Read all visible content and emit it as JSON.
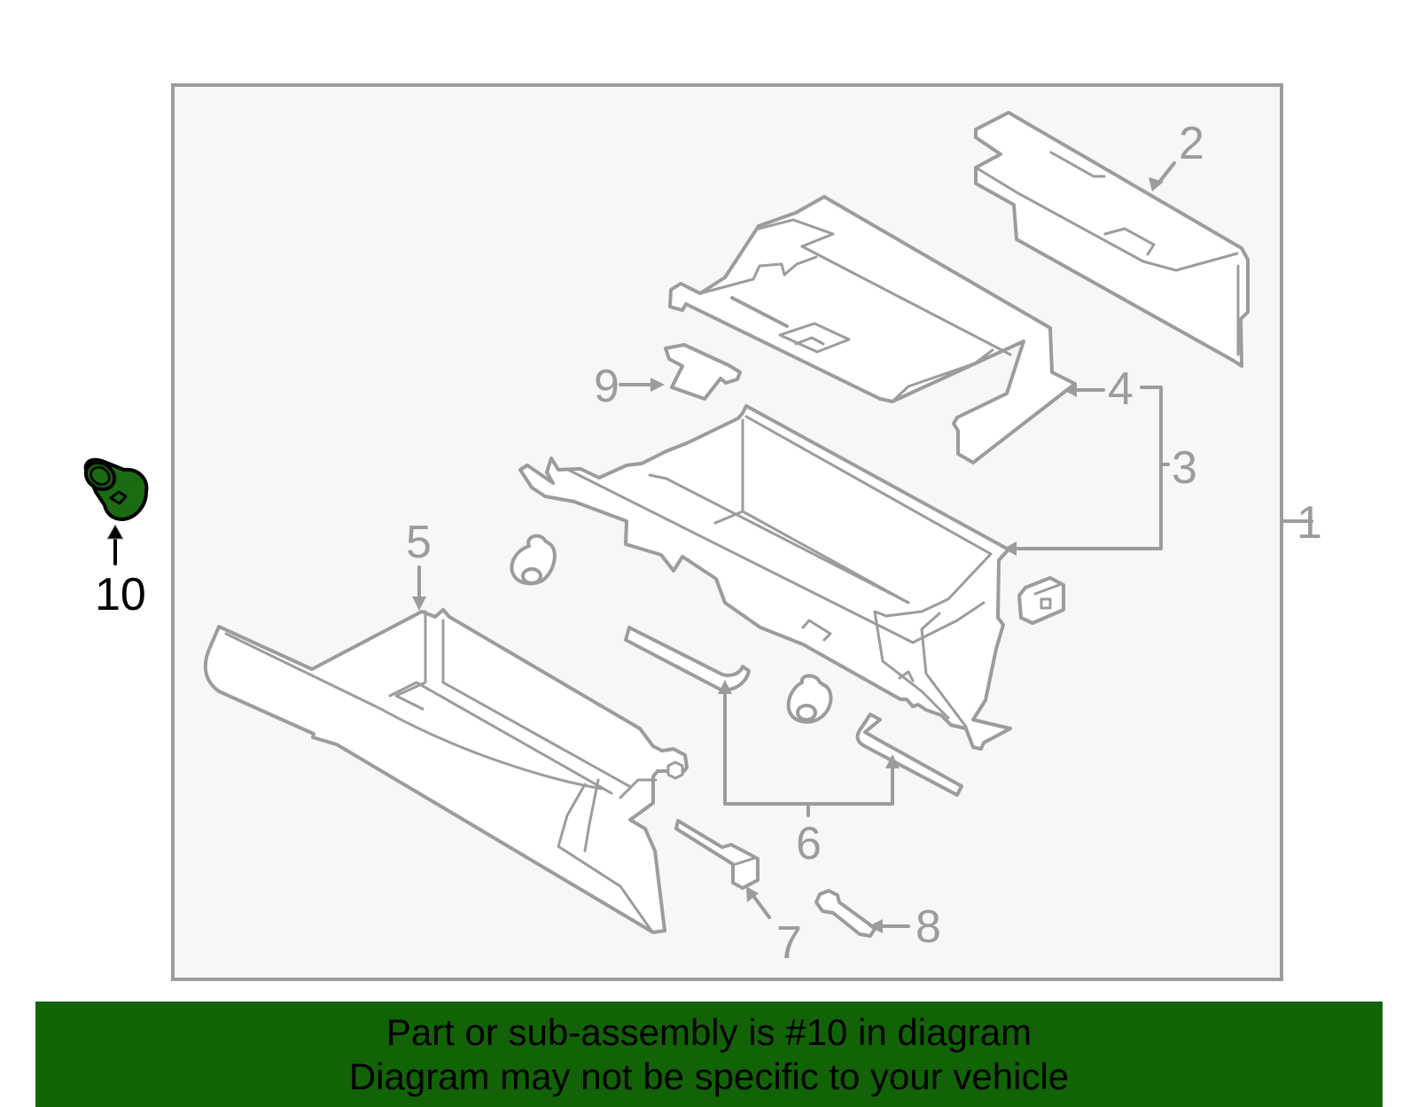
{
  "diagram": {
    "title": "Glove box assembly exploded parts diagram",
    "frame_border_color": "#9c9c9c",
    "frame_background": "#f7f7f7",
    "line_color": "#9c9c9c",
    "highlight_color": "#1b6b12",
    "callouts": [
      {
        "number": "1",
        "part": "glove-box-assembly"
      },
      {
        "number": "2",
        "part": "top-cover-panel"
      },
      {
        "number": "3",
        "part": "glove-box-housing-group"
      },
      {
        "number": "4",
        "part": "upper-shelf-bracket"
      },
      {
        "number": "5",
        "part": "glove-box-door"
      },
      {
        "number": "6",
        "part": "damper-rods"
      },
      {
        "number": "7",
        "part": "latch-rod"
      },
      {
        "number": "8",
        "part": "pivot-bolt"
      },
      {
        "number": "9",
        "part": "latch-striker"
      },
      {
        "number": "10",
        "part": "highlighted-clip"
      }
    ],
    "highlighted_part": {
      "number": "10",
      "color": "#1b6b12"
    }
  },
  "banner": {
    "line1": "Part or sub-assembly is #10 in diagram",
    "line2": "Diagram may not be specific to your vehicle",
    "background": "#126306"
  }
}
